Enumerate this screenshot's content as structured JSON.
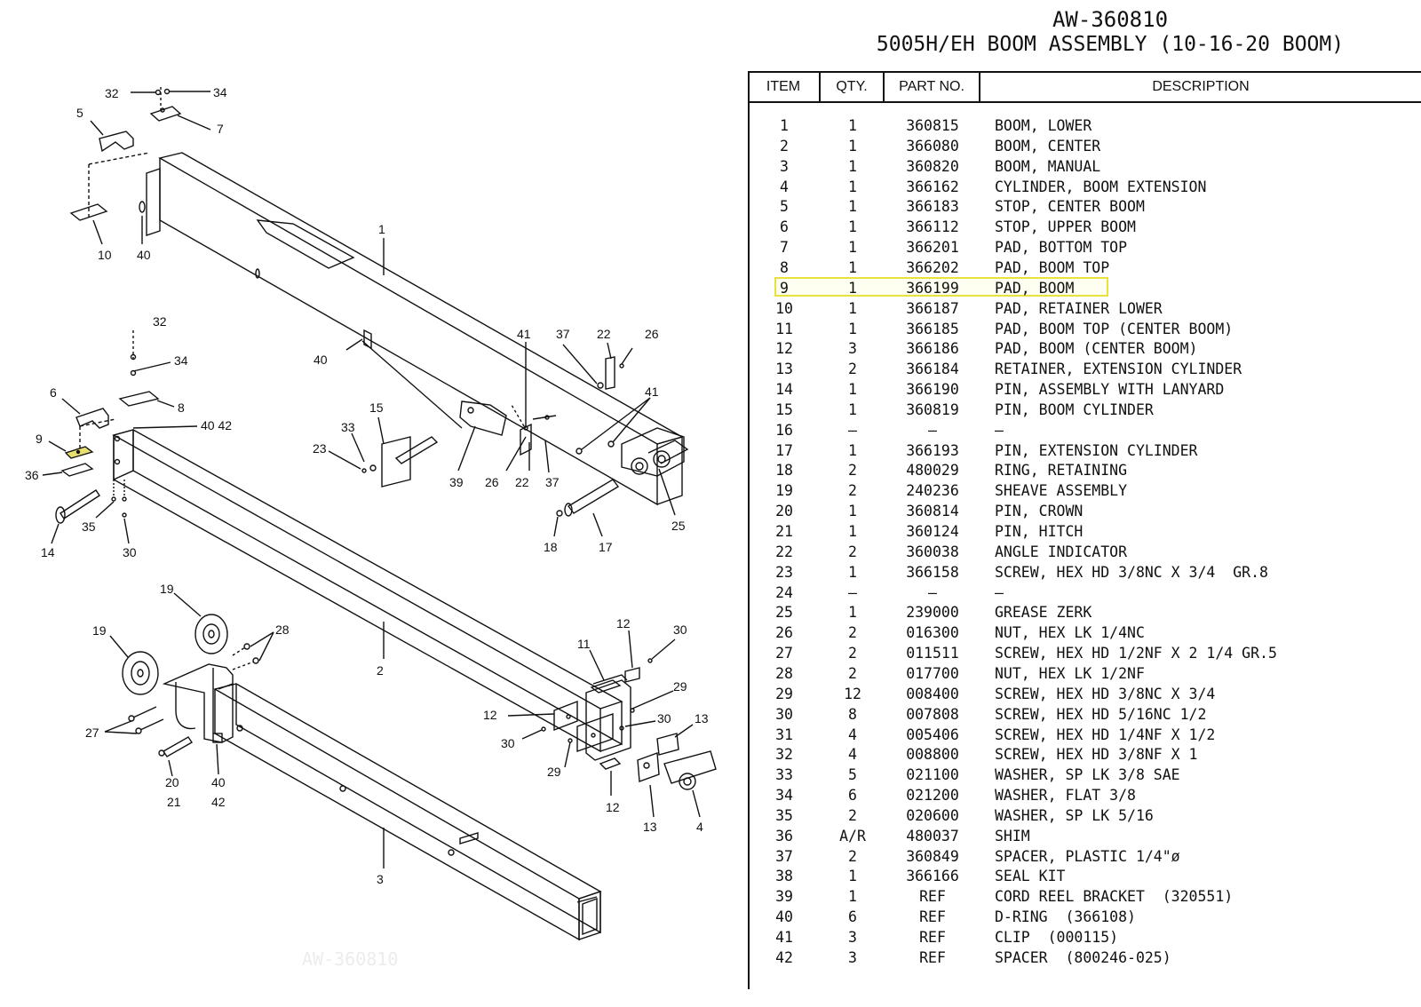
{
  "title": {
    "doc_number": "AW-360810",
    "assembly": "5005H/EH BOOM ASSEMBLY (10-16-20 BOOM)"
  },
  "watermark": "AW-360810",
  "table": {
    "headers": {
      "item": "ITEM",
      "qty": "QTY.",
      "part": "PART NO.",
      "desc": "DESCRIPTION"
    },
    "highlighted_item": "9",
    "highlight_color": "#e9e23a",
    "rows": [
      {
        "item": "1",
        "qty": "1",
        "part": "360815",
        "desc": "BOOM, LOWER"
      },
      {
        "item": "2",
        "qty": "1",
        "part": "366080",
        "desc": "BOOM, CENTER"
      },
      {
        "item": "3",
        "qty": "1",
        "part": "360820",
        "desc": "BOOM, MANUAL"
      },
      {
        "item": "4",
        "qty": "1",
        "part": "366162",
        "desc": "CYLINDER, BOOM EXTENSION"
      },
      {
        "item": "5",
        "qty": "1",
        "part": "366183",
        "desc": "STOP, CENTER BOOM"
      },
      {
        "item": "6",
        "qty": "1",
        "part": "366112",
        "desc": "STOP, UPPER BOOM"
      },
      {
        "item": "7",
        "qty": "1",
        "part": "366201",
        "desc": "PAD, BOTTOM TOP"
      },
      {
        "item": "8",
        "qty": "1",
        "part": "366202",
        "desc": "PAD, BOOM TOP"
      },
      {
        "item": "9",
        "qty": "1",
        "part": "366199",
        "desc": "PAD, BOOM"
      },
      {
        "item": "10",
        "qty": "1",
        "part": "366187",
        "desc": "PAD, RETAINER LOWER"
      },
      {
        "item": "11",
        "qty": "1",
        "part": "366185",
        "desc": "PAD, BOOM TOP (CENTER BOOM)"
      },
      {
        "item": "12",
        "qty": "3",
        "part": "366186",
        "desc": "PAD, BOOM (CENTER BOOM)"
      },
      {
        "item": "13",
        "qty": "2",
        "part": "366184",
        "desc": "RETAINER, EXTENSION CYLINDER"
      },
      {
        "item": "14",
        "qty": "1",
        "part": "366190",
        "desc": "PIN, ASSEMBLY WITH LANYARD"
      },
      {
        "item": "15",
        "qty": "1",
        "part": "360819",
        "desc": "PIN, BOOM CYLINDER"
      },
      {
        "item": "16",
        "qty": "–",
        "part": "–",
        "desc": "–"
      },
      {
        "item": "17",
        "qty": "1",
        "part": "366193",
        "desc": "PIN, EXTENSION CYLINDER"
      },
      {
        "item": "18",
        "qty": "2",
        "part": "480029",
        "desc": "RING, RETAINING"
      },
      {
        "item": "19",
        "qty": "2",
        "part": "240236",
        "desc": "SHEAVE ASSEMBLY"
      },
      {
        "item": "20",
        "qty": "1",
        "part": "360814",
        "desc": "PIN, CROWN"
      },
      {
        "item": "21",
        "qty": "1",
        "part": "360124",
        "desc": "PIN, HITCH"
      },
      {
        "item": "22",
        "qty": "2",
        "part": "360038",
        "desc": "ANGLE INDICATOR"
      },
      {
        "item": "23",
        "qty": "1",
        "part": "366158",
        "desc": "SCREW, HEX HD 3/8NC X 3/4  GR.8"
      },
      {
        "item": "24",
        "qty": "–",
        "part": "–",
        "desc": "–"
      },
      {
        "item": "25",
        "qty": "1",
        "part": "239000",
        "desc": "GREASE ZERK"
      },
      {
        "item": "26",
        "qty": "2",
        "part": "016300",
        "desc": "NUT, HEX LK 1/4NC"
      },
      {
        "item": "27",
        "qty": "2",
        "part": "011511",
        "desc": "SCREW, HEX HD 1/2NF X 2 1/4 GR.5"
      },
      {
        "item": "28",
        "qty": "2",
        "part": "017700",
        "desc": "NUT, HEX LK 1/2NF"
      },
      {
        "item": "29",
        "qty": "12",
        "part": "008400",
        "desc": "SCREW, HEX HD 3/8NC X 3/4"
      },
      {
        "item": "30",
        "qty": "8",
        "part": "007808",
        "desc": "SCREW, HEX HD 5/16NC 1/2"
      },
      {
        "item": "31",
        "qty": "4",
        "part": "005406",
        "desc": "SCREW, HEX HD 1/4NF X 1/2"
      },
      {
        "item": "32",
        "qty": "4",
        "part": "008800",
        "desc": "SCREW, HEX HD 3/8NF X 1"
      },
      {
        "item": "33",
        "qty": "5",
        "part": "021100",
        "desc": "WASHER, SP LK 3/8 SAE"
      },
      {
        "item": "34",
        "qty": "6",
        "part": "021200",
        "desc": "WASHER, FLAT 3/8"
      },
      {
        "item": "35",
        "qty": "2",
        "part": "020600",
        "desc": "WASHER, SP LK 5/16"
      },
      {
        "item": "36",
        "qty": "A/R",
        "part": "480037",
        "desc": "SHIM"
      },
      {
        "item": "37",
        "qty": "2",
        "part": "360849",
        "desc": "SPACER, PLASTIC 1/4\"ø"
      },
      {
        "item": "38",
        "qty": "1",
        "part": "366166",
        "desc": "SEAL KIT"
      },
      {
        "item": "39",
        "qty": "1",
        "part": "REF",
        "desc": "CORD REEL BRACKET  (320551)"
      },
      {
        "item": "40",
        "qty": "6",
        "part": "REF",
        "desc": "D-RING  (366108)"
      },
      {
        "item": "41",
        "qty": "3",
        "part": "REF",
        "desc": "CLIP  (000115)"
      },
      {
        "item": "42",
        "qty": "3",
        "part": "REF",
        "desc": "SPACER  (800246-025)"
      }
    ]
  },
  "diagram": {
    "callouts": {
      "c32a": "32",
      "c34a": "34",
      "c5": "5",
      "c7": "7",
      "c10": "10",
      "c40a": "40",
      "c1": "1",
      "c32b": "32",
      "c34b": "34",
      "c40b": "40",
      "c41a": "41",
      "c37a": "37",
      "c22a": "22",
      "c26a": "26",
      "c6": "6",
      "c8": "8",
      "c4042": "40 42",
      "c9": "9",
      "c36": "36",
      "c33": "33",
      "c15": "15",
      "c23": "23",
      "c41b": "41",
      "c39": "39",
      "c26b": "26",
      "c22b": "22",
      "c37b": "37",
      "c25": "25",
      "c35": "35",
      "c14": "14",
      "c30a": "30",
      "c18": "18",
      "c17": "17",
      "c19a": "19",
      "c19b": "19",
      "c28": "28",
      "c2": "2",
      "c12a": "12",
      "c30b": "30",
      "c11": "11",
      "c29a": "29",
      "c12b": "12",
      "c30c": "30",
      "c13a": "13",
      "c27": "27",
      "c30d": "30",
      "c29b": "29",
      "c20": "20",
      "c21": "21",
      "c40c": "40",
      "c42": "42",
      "c12c": "12",
      "c13b": "13",
      "c4": "4",
      "c3": "3"
    }
  }
}
